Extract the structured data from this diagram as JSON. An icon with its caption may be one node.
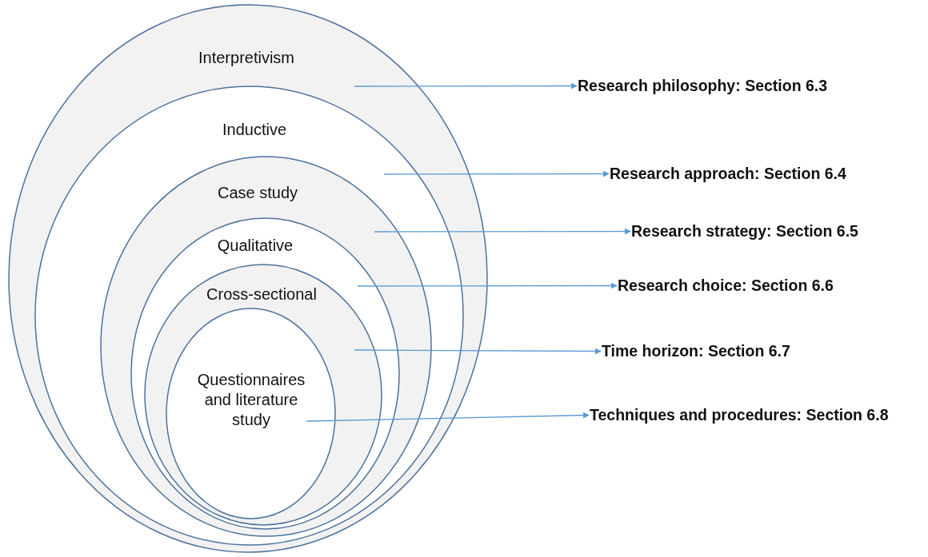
{
  "diagram": {
    "nodes": [
      {
        "text": [
          "Interpretivism"
        ]
      },
      {
        "text": [
          "Inductive"
        ],
        "in": 0
      },
      {
        "text": [
          "Case study"
        ],
        "in": 1
      },
      {
        "text": [
          "Qualitative"
        ],
        "in": 2
      },
      {
        "text": [
          "Cross-sectional"
        ],
        "in": 3
      },
      {
        "text": [
          "Questionnaires and literature study"
        ],
        "in": 4
      },
      {
        "text": [
          "Research philosophy: Section 6.3"
        ]
      },
      {
        "text": [
          "Research approach: Section 6.4"
        ]
      },
      {
        "text": [
          "Research strategy: Section 6.5"
        ]
      },
      {
        "text": [
          "Research choice: Section 6.6"
        ]
      },
      {
        "text": [
          "Time horizon: Section 6.7"
        ]
      },
      {
        "text": [
          "Techniques and procedures: Section 6.8"
        ]
      }
    ],
    "edges": [
      {
        "from": 0,
        "to": 6,
        "arrow": "to"
      },
      {
        "from": 1,
        "to": 7,
        "arrow": "to"
      },
      {
        "from": 2,
        "to": 8,
        "arrow": "to"
      },
      {
        "from": 3,
        "to": 9,
        "arrow": "to"
      },
      {
        "from": 4,
        "to": 10,
        "arrow": "to"
      },
      {
        "from": 5,
        "to": 11,
        "arrow": "to"
      }
    ]
  }
}
